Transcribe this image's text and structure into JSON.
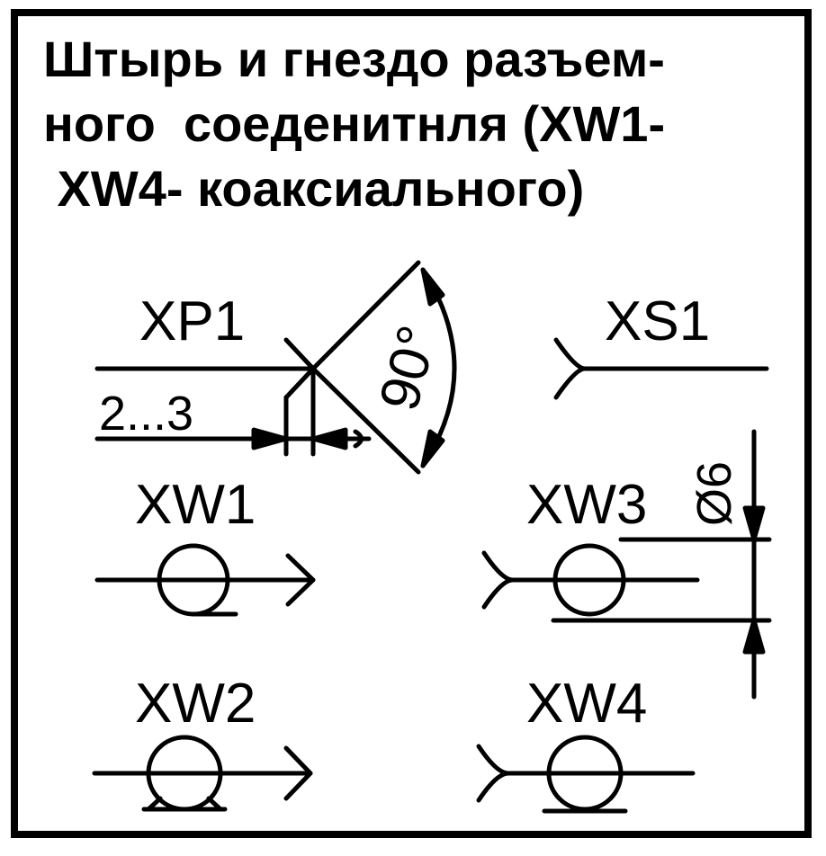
{
  "title": {
    "line1": "Штырь и гнездо разъем-",
    "line2": "ного  соеденитнля (XW1-",
    "line3": " XW4- коаксиального)"
  },
  "labels": {
    "xp1": "XP1",
    "range": "2...3",
    "angle": "90°",
    "xs1": "XS1",
    "diameter": "Ø6",
    "xw1": "XW1",
    "xw2": "XW2",
    "xw3": "XW3",
    "xw4": "XW4"
  },
  "colors": {
    "ink": "#000000",
    "background": "#ffffff"
  }
}
